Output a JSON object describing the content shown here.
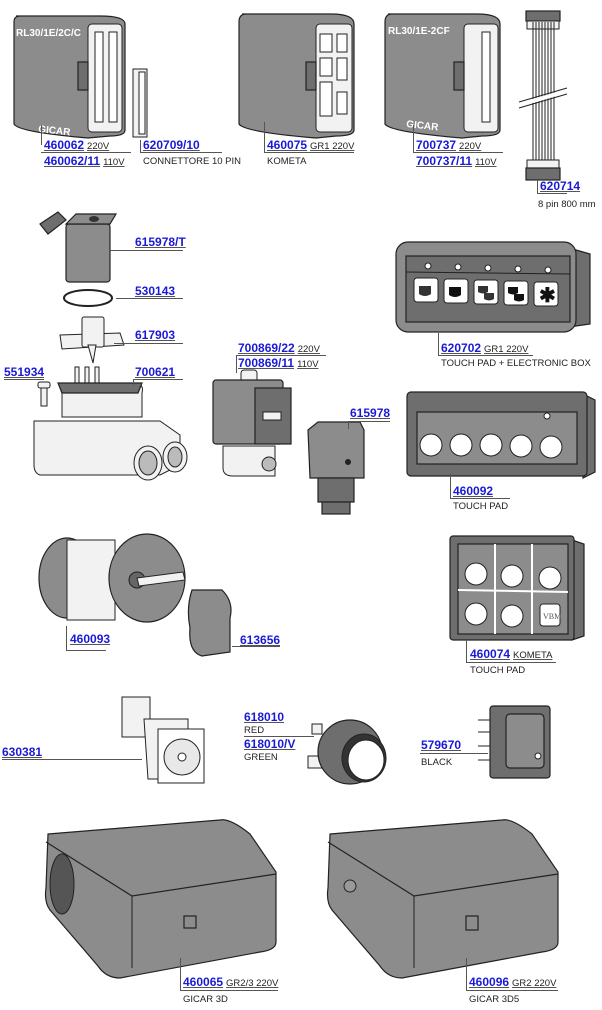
{
  "title": "Gicar electronic boxes, touch pads, solenoid valves and switches - spare parts diagram",
  "parts": [
    {
      "id": "p1",
      "codes": [
        {
          "code": "460062",
          "note": "220V"
        },
        {
          "code": "460062/11",
          "note": "110V"
        }
      ],
      "device_label": "RL30/1E/2C/C",
      "brand_label": "GICAR",
      "desc": ""
    },
    {
      "id": "p2",
      "codes": [
        {
          "code": "620709/10",
          "note": ""
        }
      ],
      "desc": "CONNETTORE 10 PIN"
    },
    {
      "id": "p3",
      "codes": [
        {
          "code": "460075",
          "note": "GR1 220V"
        }
      ],
      "desc": "KOMETA"
    },
    {
      "id": "p4",
      "codes": [
        {
          "code": "700737",
          "note": "220V"
        },
        {
          "code": "700737/11",
          "note": "110V"
        }
      ],
      "device_label": "RL30/1E-2CF",
      "brand_label": "GICAR",
      "desc": ""
    },
    {
      "id": "p5",
      "codes": [
        {
          "code": "620714",
          "note": ""
        }
      ],
      "desc": "8 pin 800 mm"
    },
    {
      "id": "p6",
      "codes": [
        {
          "code": "615978/T",
          "note": ""
        }
      ],
      "desc": ""
    },
    {
      "id": "p7",
      "codes": [
        {
          "code": "530143",
          "note": ""
        }
      ],
      "desc": ""
    },
    {
      "id": "p8",
      "codes": [
        {
          "code": "617903",
          "note": ""
        }
      ],
      "desc": ""
    },
    {
      "id": "p9",
      "codes": [
        {
          "code": "551934",
          "note": ""
        }
      ],
      "desc": ""
    },
    {
      "id": "p10",
      "codes": [
        {
          "code": "700621",
          "note": ""
        }
      ],
      "desc": ""
    },
    {
      "id": "p11",
      "codes": [
        {
          "code": "700869/22",
          "note": "220V"
        },
        {
          "code": "700869/11",
          "note": "110V"
        }
      ],
      "desc": ""
    },
    {
      "id": "p12",
      "codes": [
        {
          "code": "615978",
          "note": ""
        }
      ],
      "desc": ""
    },
    {
      "id": "p13",
      "codes": [
        {
          "code": "620702",
          "note": "GR1 220V"
        }
      ],
      "desc": "TOUCH PAD + ELECTRONIC BOX"
    },
    {
      "id": "p14",
      "codes": [
        {
          "code": "460092",
          "note": ""
        }
      ],
      "desc": "TOUCH PAD"
    },
    {
      "id": "p15",
      "codes": [
        {
          "code": "460093",
          "note": ""
        }
      ],
      "desc": ""
    },
    {
      "id": "p16",
      "codes": [
        {
          "code": "613656",
          "note": ""
        }
      ],
      "desc": ""
    },
    {
      "id": "p17",
      "codes": [
        {
          "code": "460074",
          "note": "KOMETA"
        }
      ],
      "desc": "TOUCH PAD",
      "logo": "VBM"
    },
    {
      "id": "p18",
      "codes": [
        {
          "code": "630381",
          "note": ""
        }
      ],
      "desc": ""
    },
    {
      "id": "p19",
      "codes": [
        {
          "code": "618010",
          "note": ""
        },
        {
          "code": "618010/V",
          "note": ""
        }
      ],
      "variants": [
        "RED",
        "GREEN"
      ],
      "desc": ""
    },
    {
      "id": "p20",
      "codes": [
        {
          "code": "579670",
          "note": ""
        }
      ],
      "desc": "BLACK"
    },
    {
      "id": "p21",
      "codes": [
        {
          "code": "460065",
          "note": "GR2/3 220V"
        }
      ],
      "desc": "GICAR 3D"
    },
    {
      "id": "p22",
      "codes": [
        {
          "code": "460096",
          "note": "GR2 220V"
        }
      ],
      "desc": "GICAR 3D5"
    }
  ],
  "touchpad_620702": {
    "button_icons": [
      "single-cup-icon",
      "single-cup-dark-icon",
      "double-cup-icon",
      "double-cup-dark-icon",
      "asterisk-icon"
    ],
    "asterisk": "✱"
  }
}
